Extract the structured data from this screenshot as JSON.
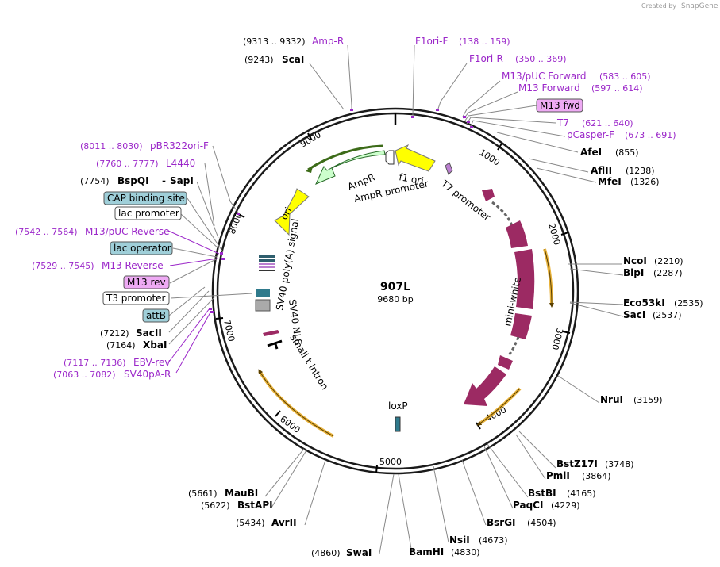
{
  "credit": {
    "created_by": "Created by",
    "brand": "SnapGene"
  },
  "plasmid": {
    "name": "907L",
    "size": "9680 bp"
  },
  "ticks": [
    "1000",
    "2000",
    "3000",
    "4000",
    "5000",
    "6000",
    "7000",
    "8000",
    "9000"
  ],
  "enzymes": [
    {
      "name": "ScaI",
      "pos": "(9243)"
    },
    {
      "name": "AfeI",
      "pos": "(855)"
    },
    {
      "name": "AflII",
      "pos": "(1238)"
    },
    {
      "name": "MfeI",
      "pos": "(1326)"
    },
    {
      "name": "NcoI",
      "pos": "(2210)"
    },
    {
      "name": "BlpI",
      "pos": "(2287)"
    },
    {
      "name": "Eco53kI",
      "pos": "(2535)"
    },
    {
      "name": "SacI",
      "pos": "(2537)"
    },
    {
      "name": "NruI",
      "pos": "(3159)"
    },
    {
      "name": "BstZ17I",
      "pos": "(3748)"
    },
    {
      "name": "PmlI",
      "pos": "(3864)"
    },
    {
      "name": "BstBI",
      "pos": "(4165)"
    },
    {
      "name": "PaqCI",
      "pos": "(4229)"
    },
    {
      "name": "BsrGI",
      "pos": "(4504)"
    },
    {
      "name": "NsiI",
      "pos": "(4673)"
    },
    {
      "name": "BamHI",
      "pos": "(4830)"
    },
    {
      "name": "SwaI",
      "pos": "(4860)"
    },
    {
      "name": "AvrII",
      "pos": "(5434)"
    },
    {
      "name": "BstAPI",
      "pos": "(5622)"
    },
    {
      "name": "MauBI",
      "pos": "(5661)"
    },
    {
      "name": "XbaI",
      "pos": "(7164)"
    },
    {
      "name": "SacII",
      "pos": "(7212)"
    },
    {
      "name": "BspQI",
      "pos": "(7754)"
    },
    {
      "name": "SapI",
      "pos": ""
    }
  ],
  "primers": [
    {
      "name": "Amp-R",
      "pos": "(9313 .. 9332)"
    },
    {
      "name": "F1ori-F",
      "pos": "(138 .. 159)"
    },
    {
      "name": "F1ori-R",
      "pos": "(350 .. 369)"
    },
    {
      "name": "M13/pUC Forward",
      "pos": "(583 .. 605)"
    },
    {
      "name": "M13 Forward",
      "pos": "(597 .. 614)"
    },
    {
      "name": "T7",
      "pos": "(621 .. 640)"
    },
    {
      "name": "pCasper-F",
      "pos": "(673 .. 691)"
    },
    {
      "name": "pBR322ori-F",
      "pos": "(8011 .. 8030)"
    },
    {
      "name": "L4440",
      "pos": "(7760 .. 7777)"
    },
    {
      "name": "M13/pUC Reverse",
      "pos": "(7542 .. 7564)"
    },
    {
      "name": "M13 Reverse",
      "pos": "(7529 .. 7545)"
    },
    {
      "name": "EBV-rev",
      "pos": "(7117 .. 7136)"
    },
    {
      "name": "SV40pA-R",
      "pos": "(7063 .. 7082)"
    }
  ],
  "boxed_labels": [
    {
      "text": "M13 fwd",
      "kind": "primer"
    },
    {
      "text": "CAP binding site",
      "kind": "protein-bind"
    },
    {
      "text": "lac promoter",
      "kind": "promoter"
    },
    {
      "text": "lac operator",
      "kind": "protein-bind"
    },
    {
      "text": "M13 rev",
      "kind": "primer"
    },
    {
      "text": "T3 promoter",
      "kind": "promoter"
    },
    {
      "text": "attB",
      "kind": "protein-bind"
    }
  ],
  "features": {
    "f1_ori": "f1 ori",
    "ampr": "AmpR",
    "ampr_promoter": "AmpR promoter",
    "t7_promoter": "T7 promoter",
    "ori": "ori",
    "mini_white": "mini-white",
    "loxp": "loxP",
    "sv40_polya": "SV40 poly(A) signal",
    "sv40_nls": "SV40 NLS",
    "small_t": "small t intron"
  },
  "colors": {
    "primer": "#9b27c9",
    "ampr_fill": "#ccffcc",
    "ori_fill": "#ffff00",
    "mini_white": "#9c2a63",
    "orf_track": "#e8b23a",
    "boxed_primer": "#eeaaf4",
    "boxed_blue": "#9fcfd9",
    "loxp": "#2f7a8c",
    "ring": "#1a1a1a"
  }
}
